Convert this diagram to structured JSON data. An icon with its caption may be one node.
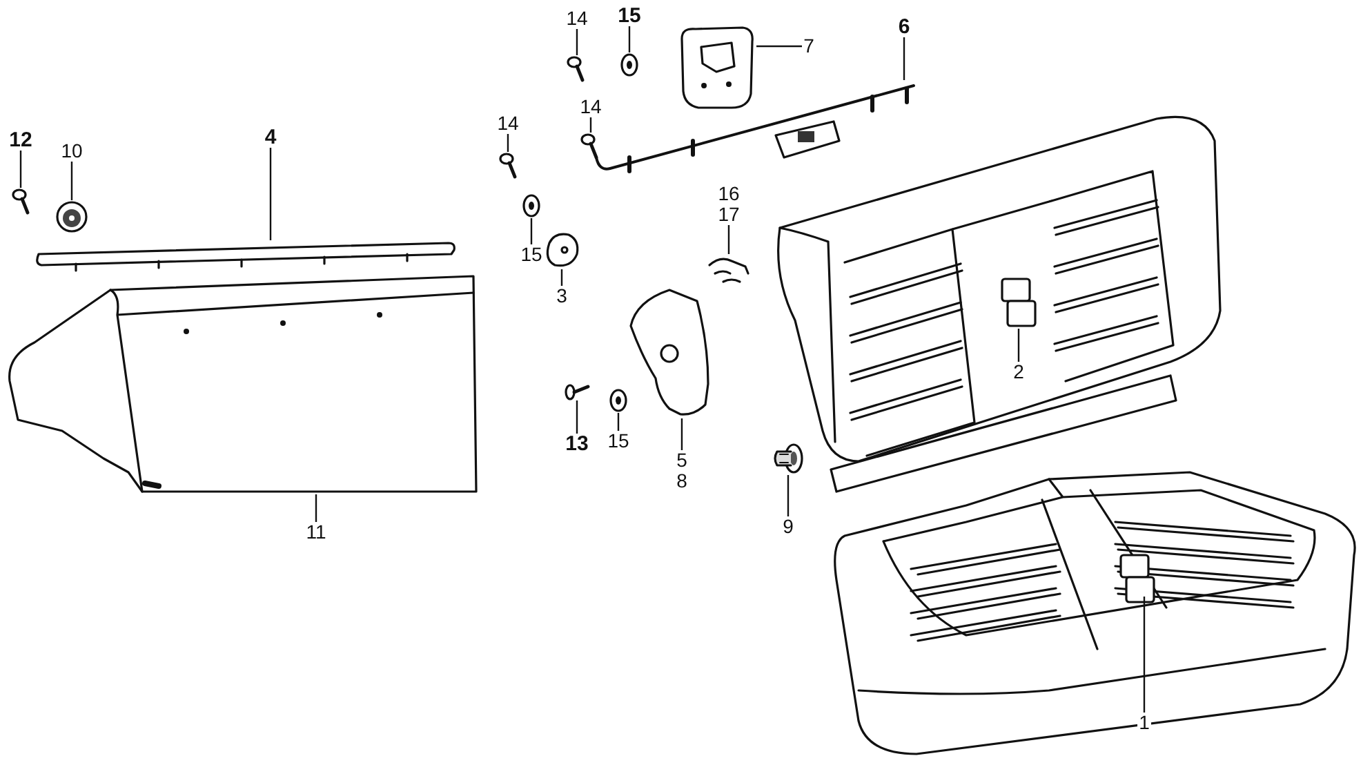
{
  "diagram": {
    "nodes": [
      {
        "text": [
          "14"
        ]
      },
      {
        "text": [
          "15"
        ]
      },
      {
        "text": [
          "7"
        ]
      },
      {
        "text": [
          "6"
        ]
      },
      {
        "text": [
          "14"
        ]
      },
      {
        "text": [
          "14"
        ]
      },
      {
        "text": [
          "12"
        ]
      },
      {
        "text": [
          "4"
        ]
      },
      {
        "text": [
          "10"
        ]
      },
      {
        "text": [
          "16",
          "17"
        ]
      },
      {
        "text": [
          "15"
        ]
      },
      {
        "text": [
          "3"
        ]
      },
      {
        "text": [
          "2"
        ]
      },
      {
        "text": [
          "13"
        ]
      },
      {
        "text": [
          "15"
        ]
      },
      {
        "text": [
          "5",
          "8"
        ]
      },
      {
        "text": [
          "9"
        ]
      },
      {
        "text": [
          "11"
        ]
      },
      {
        "text": [
          "1"
        ]
      },
      {
        "text": [],
        "shape": "picture"
      },
      {
        "text": [],
        "shape": "picture"
      },
      {
        "text": [],
        "shape": "picture"
      },
      {
        "text": [],
        "shape": "picture"
      },
      {
        "text": [],
        "shape": "picture"
      },
      {
        "text": [],
        "shape": "picture"
      },
      {
        "text": [],
        "shape": "picture"
      },
      {
        "text": [],
        "shape": "picture"
      },
      {
        "text": [],
        "shape": "picture"
      },
      {
        "text": [],
        "shape": "picture"
      },
      {
        "text": [],
        "shape": "picture"
      },
      {
        "text": [],
        "shape": "picture"
      },
      {
        "text": [],
        "shape": "picture"
      },
      {
        "text": [],
        "shape": "picture"
      },
      {
        "text": [],
        "shape": "picture"
      },
      {
        "text": [],
        "shape": "picture"
      },
      {
        "text": [],
        "shape": "picture"
      },
      {
        "text": [],
        "shape": "picture"
      },
      {
        "text": [],
        "shape": "picture"
      }
    ],
    "edges": [
      {
        "from": 0,
        "to": 26,
        "arrow": "none"
      },
      {
        "from": 1,
        "to": 30,
        "arrow": "none"
      },
      {
        "from": 2,
        "to": 32,
        "arrow": "none"
      },
      {
        "from": 3,
        "to": 34,
        "arrow": "none"
      },
      {
        "from": 4,
        "to": 28,
        "arrow": "none"
      },
      {
        "from": 5,
        "to": 23,
        "arrow": "none"
      },
      {
        "from": 6,
        "to": 19,
        "arrow": "none"
      },
      {
        "from": 7,
        "to": 21,
        "arrow": "none"
      },
      {
        "from": 8,
        "to": 20,
        "arrow": "none"
      },
      {
        "from": 9,
        "to": 33,
        "arrow": "none"
      },
      {
        "from": 10,
        "to": 24,
        "arrow": "none"
      },
      {
        "from": 11,
        "to": 25,
        "arrow": "none"
      },
      {
        "from": 12,
        "to": 36,
        "arrow": "none"
      },
      {
        "from": 13,
        "to": 27,
        "arrow": "none"
      },
      {
        "from": 14,
        "to": 29,
        "arrow": "none"
      },
      {
        "from": 15,
        "to": 31,
        "arrow": "none"
      },
      {
        "from": 16,
        "to": 35,
        "arrow": "none"
      },
      {
        "from": 17,
        "to": 22,
        "arrow": "none"
      },
      {
        "from": 18,
        "to": 37,
        "arrow": "none"
      }
    ]
  }
}
